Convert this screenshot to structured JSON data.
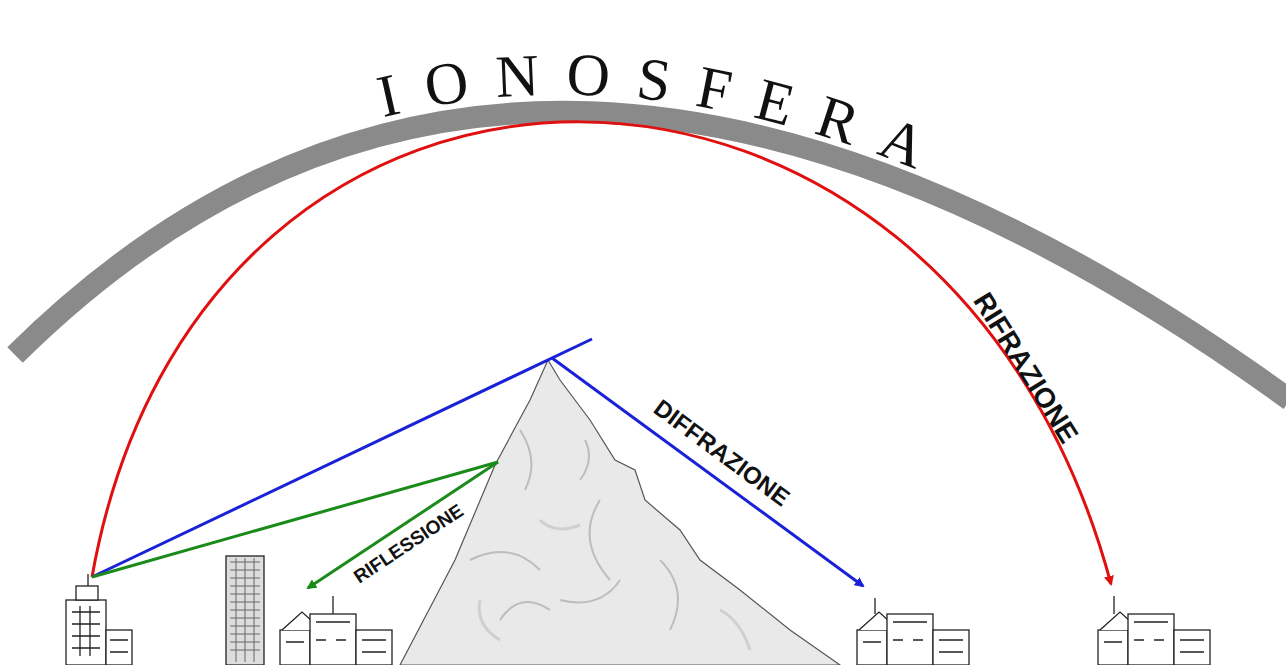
{
  "diagram": {
    "labels": [
      "IONOSFERA",
      "RIFRAZIONE",
      "DIFFRAZIONE",
      "RIFLESSIONE"
    ]
  }
}
